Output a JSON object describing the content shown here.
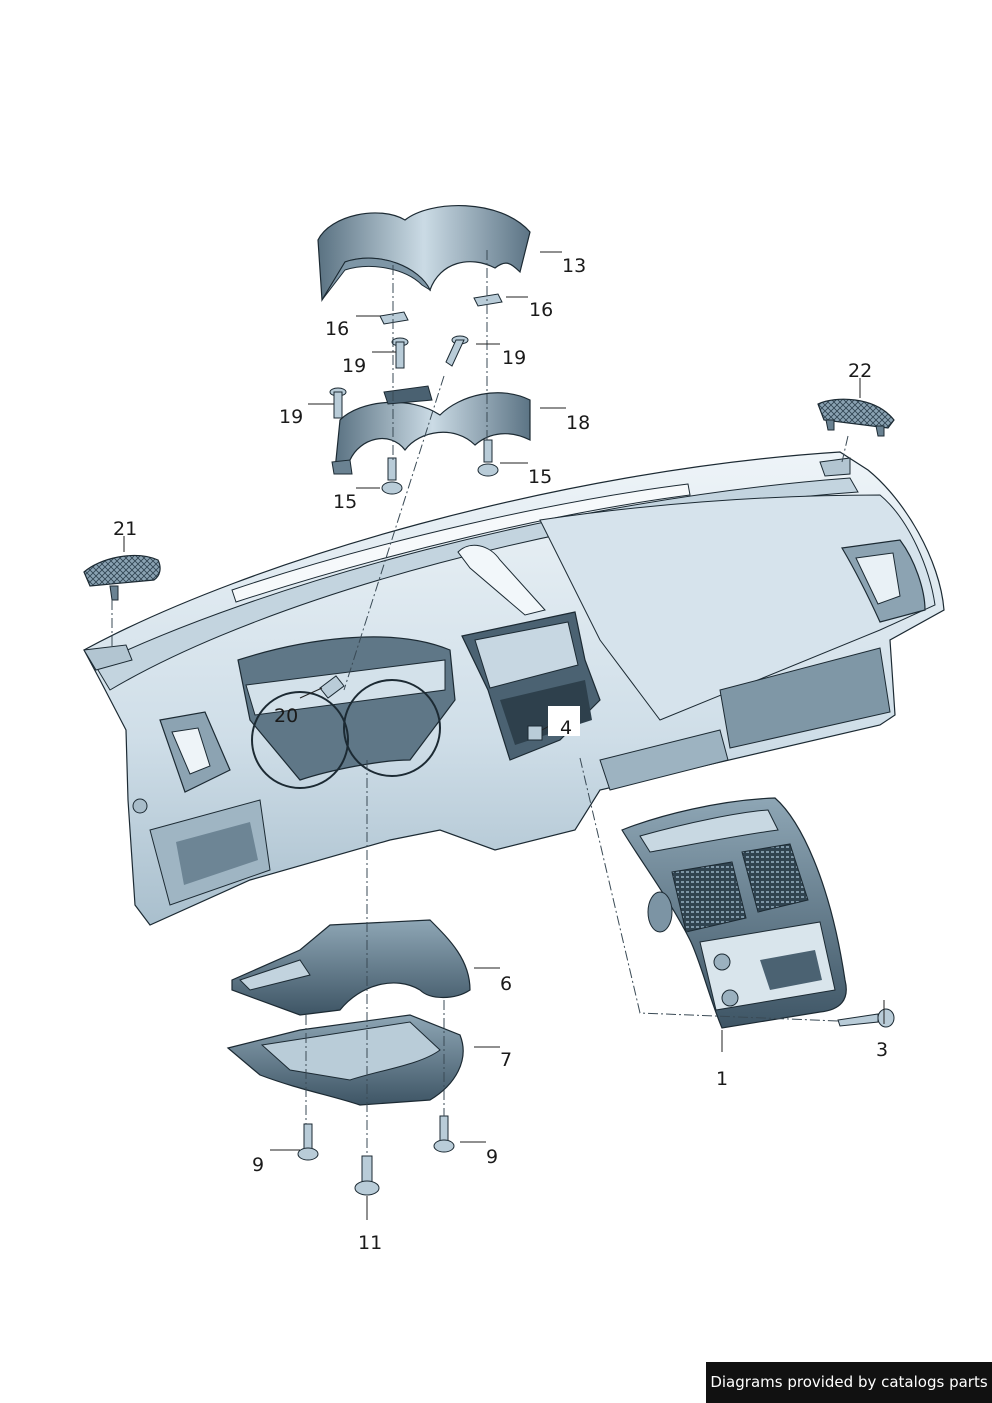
{
  "callouts": [
    {
      "id": "13",
      "label": "13"
    },
    {
      "id": "16a",
      "label": "16"
    },
    {
      "id": "16b",
      "label": "16"
    },
    {
      "id": "19a",
      "label": "19"
    },
    {
      "id": "19b",
      "label": "19"
    },
    {
      "id": "19c",
      "label": "19"
    },
    {
      "id": "18",
      "label": "18"
    },
    {
      "id": "15a",
      "label": "15"
    },
    {
      "id": "15b",
      "label": "15"
    },
    {
      "id": "22",
      "label": "22"
    },
    {
      "id": "21",
      "label": "21"
    },
    {
      "id": "20",
      "label": "20"
    },
    {
      "id": "4",
      "label": "4"
    },
    {
      "id": "6",
      "label": "6"
    },
    {
      "id": "7",
      "label": "7"
    },
    {
      "id": "3",
      "label": "3"
    },
    {
      "id": "1",
      "label": "1"
    },
    {
      "id": "9a",
      "label": "9"
    },
    {
      "id": "9b",
      "label": "9"
    },
    {
      "id": "11",
      "label": "11"
    }
  ],
  "footer": {
    "text": "Diagrams provided by catalogs parts"
  },
  "colors": {
    "part_light": "#dfeaf1",
    "part_mid": "#b7cad6",
    "part_dark": "#3f5564",
    "outline": "#1c2a33"
  }
}
